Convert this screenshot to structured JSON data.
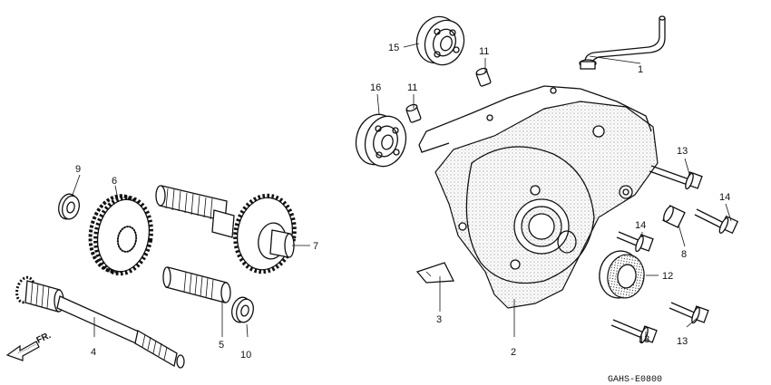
{
  "diagram": {
    "drawing_code": "GAHS-E0800",
    "direction_label": "FR.",
    "callouts": {
      "c1": "1",
      "c2": "2",
      "c3": "3",
      "c4": "4",
      "c5": "5",
      "c6": "6",
      "c7": "7",
      "c8": "8",
      "c9": "9",
      "c10": "10",
      "c11a": "11",
      "c11b": "11",
      "c12": "12",
      "c13a": "13",
      "c13b": "13",
      "c13c": "13",
      "c14a": "14",
      "c14b": "14",
      "c15": "15",
      "c16": "16"
    }
  }
}
